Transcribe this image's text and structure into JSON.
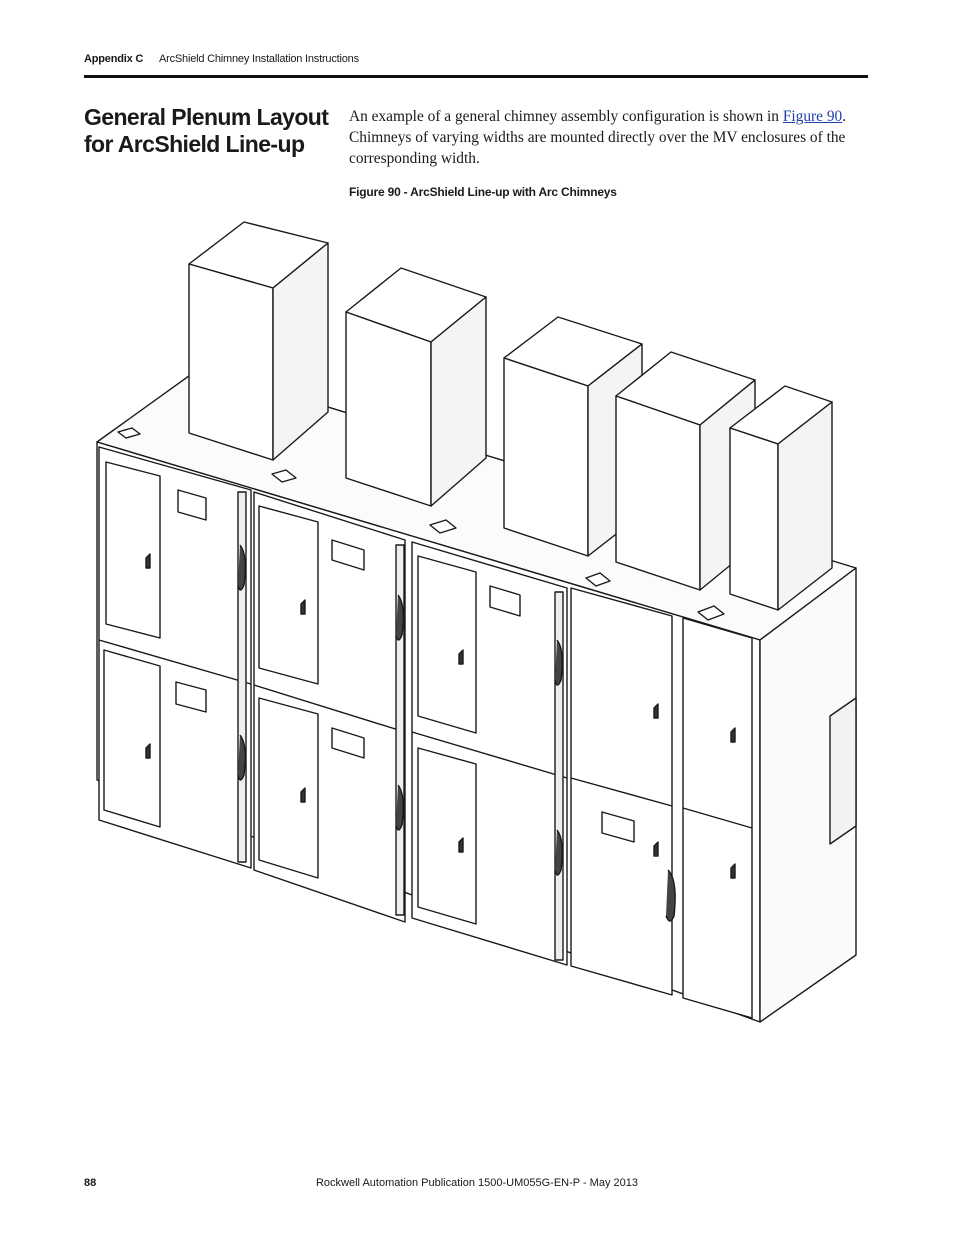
{
  "header": {
    "appendix": "Appendix C",
    "section": "ArcShield Chimney Installation Instructions"
  },
  "title": "General Plenum Layout for ArcShield Line-up",
  "intro": {
    "text_before": "An example of a general chimney assembly configuration is shown in ",
    "link_text": "Figure 90",
    "text_after": ". Chimneys of varying widths are mounted directly over the MV enclosures of the corresponding width."
  },
  "figure": {
    "caption": "Figure 90 - ArcShield Line-up with Arc Chimneys",
    "chimney_count": 5,
    "cabinet_count": 5
  },
  "footer": {
    "page_number": "88",
    "publication": "Rockwell Automation Publication 1500-UM055G-EN-P - May 2013"
  },
  "colors": {
    "rule": "#111111",
    "link": "#1f3fa8",
    "line_art": "#1a1a1a"
  }
}
